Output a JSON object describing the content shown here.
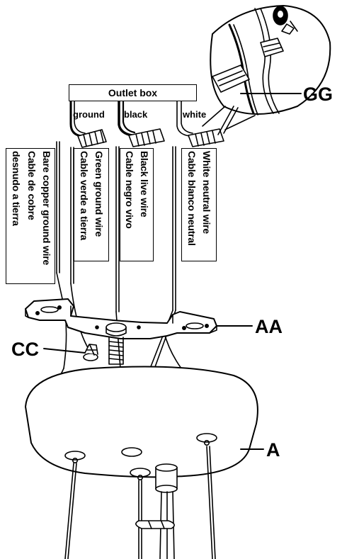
{
  "outlet_box": {
    "title": "Outlet box"
  },
  "wire_tags": {
    "ground": "ground",
    "black": "black",
    "white": "white"
  },
  "wire_notes": {
    "bare": [
      "Bare copper ground wire",
      "Cable de cobre",
      "desnudo a tierra"
    ],
    "green": [
      "Green ground wire",
      "Cable verde a tierra"
    ],
    "black": [
      "Black live wire",
      "Cable negro vivo"
    ],
    "white": [
      "White neutral wire",
      "Cable blanco neutral"
    ]
  },
  "callouts": {
    "gg": "GG",
    "aa": "AA",
    "cc": "CC",
    "a": "A"
  },
  "colors": {
    "ink": "#000000",
    "paper": "#ffffff",
    "canopy_fill": "#ffffff"
  }
}
